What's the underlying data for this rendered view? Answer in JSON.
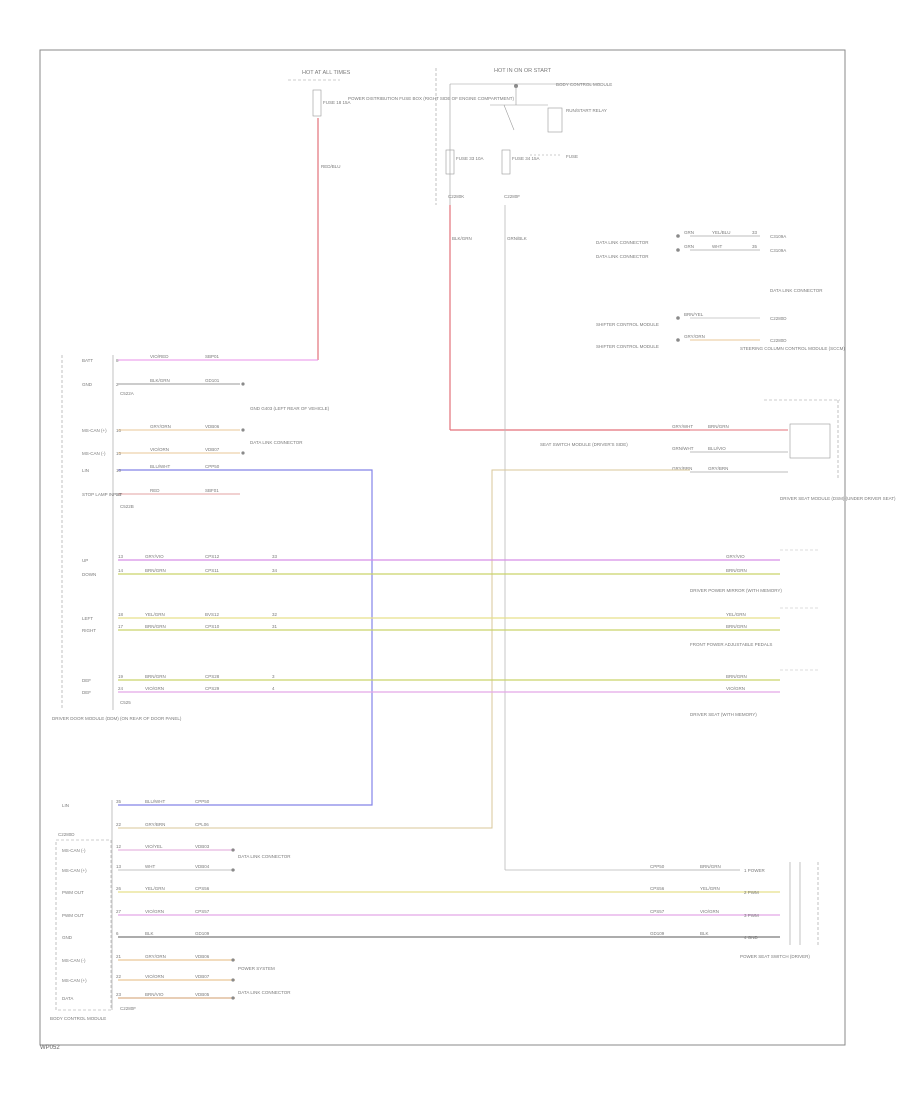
{
  "diagram": {
    "reference": "WP052",
    "fuse_panel": {
      "title": "HOT AT ALL TIMES",
      "fuse": "FUSE 18 15A",
      "caption": "POWER DISTRIBUTION FUSE BOX (RIGHT SIDE OF ENGINE COMPARTMENT)",
      "wire_color": "RED/BLU"
    },
    "relay_panel": {
      "title": "HOT IN ON OR START",
      "caption": "BODY CONTROL MODULE",
      "relay_label": "RUN/START RELAY",
      "fuse_a": "FUSE 33 10A",
      "fuse_b": "FUSE 34 15A",
      "fuse_c": "FUSE",
      "ground_a": "C2280K",
      "ground_b": "C2280F",
      "wire_a": "BLK/GRN",
      "wire_b": "GRN/BLK"
    },
    "right_top": [
      {
        "wire": "GRN",
        "color": "YEL/BLU",
        "pin": "33",
        "conn": "C3109A"
      },
      {
        "wire": "GRN",
        "color": "WHT",
        "pin": "35",
        "conn": "C3109A"
      },
      {
        "wire": "BRN/YEL",
        "color": "",
        "pin": "",
        "conn": "C2280D"
      },
      {
        "wire": "GRY/ORN",
        "color": "",
        "pin": "",
        "conn": "C2280D"
      }
    ],
    "right_labels": {
      "data_link": "DATA LINK CONNECTOR",
      "steering": "STEERING COLUMN CONTROL MODULE (SCCM)",
      "shifter": "SHIFTER CONTROL MODULE"
    },
    "pcm_wires": [
      {
        "name": "GRY/WHT",
        "wire": "BRN/GRN"
      },
      {
        "name": "GRN/WHT",
        "wire": "BLU/VIO"
      },
      {
        "name": "GRY/BRN",
        "wire": "GRY/BRN"
      }
    ],
    "pcm_labels": {
      "switch": "SEAT SWITCH MODULE (DRIVER'S SIDE)",
      "caption": "DRIVER SEAT MODULE (DSM) (UNDER DRIVER SEAT)"
    },
    "left_module": {
      "title": "DRIVER DOOR MODULE (DDM) (ON REAR OF DOOR PANEL)",
      "rows": [
        {
          "label": "BATT",
          "pin": "8",
          "wire": "VIO/RED",
          "circ": "SBP01"
        },
        {
          "label": "GND",
          "pin": "2",
          "wire": "BLK/GRN",
          "circ": "GD101"
        },
        {
          "label": "MS-CAN (+)",
          "pin": "16",
          "wire": "GRY/ORN",
          "circ": "VDB06"
        },
        {
          "label": "MS-CAN (-)",
          "pin": "15",
          "wire": "VIO/ORN",
          "circ": "VDB07"
        },
        {
          "label": "LIN",
          "pin": "10",
          "wire": "BLU/WHT",
          "circ": "CPP50"
        },
        {
          "label": "STOP LAMP INPUT",
          "pin": "20",
          "wire": "RED",
          "circ": "SBF01"
        }
      ],
      "ground_note": "GND G403 (LEFT REAR OF VEHICLE)",
      "splice_note": "DATA LINK CONNECTOR",
      "splice_c": "C522A",
      "splice_d": "C522B",
      "splice_e": "C525"
    },
    "mirror_rows": [
      {
        "label": "UP",
        "pin": "13",
        "wire": "GRY/VIO",
        "circ": "CPS12",
        "rpin": "33"
      },
      {
        "label": "DOWN",
        "pin": "14",
        "wire": "BRN/GRN",
        "circ": "CPS11",
        "rpin": "34"
      },
      {
        "label": "LEFT",
        "pin": "18",
        "wire": "YEL/GRN",
        "circ": "BVS12",
        "rpin": "32"
      },
      {
        "label": "RIGHT",
        "pin": "17",
        "wire": "BRN/GRN",
        "circ": "CPS10",
        "rpin": "31"
      },
      {
        "label": "DEF",
        "pin": "19",
        "wire": "BRN/GRN",
        "circ": "CPS28",
        "rpin": "3"
      },
      {
        "label": "DEF",
        "pin": "24",
        "wire": "VIO/GRN",
        "circ": "CPS29",
        "rpin": "4"
      }
    ],
    "mirror_right": [
      {
        "wire": "GRY/VIO",
        "color": "BRN/GRN",
        "caption": "DRIVER POWER MIRROR (WITH MEMORY)"
      },
      {
        "wire": "YEL/GRN",
        "color": "BRN/GRN",
        "caption": "FRONT POWER ADJUSTABLE PEDALS"
      },
      {
        "wire": "BRN/GRN",
        "color": "VIO/GRN",
        "caption": "DRIVER SEAT (WITH MEMORY)"
      }
    ],
    "bottom_module": {
      "title": "BODY CONTROL MODULE",
      "header": "C2280D",
      "rows": [
        {
          "label": "LIN",
          "pin": "35",
          "wire": "BLU/WHT",
          "circ": "CPP50"
        },
        {
          "label": "",
          "pin": "22",
          "wire": "GRY/BRN",
          "circ": "CPL06"
        },
        {
          "label": "MS-CAN (-)",
          "pin": "12",
          "wire": "VIO/YEL",
          "circ": "VDB03"
        },
        {
          "label": "MS-CAN (+)",
          "pin": "13",
          "wire": "WHT",
          "circ": "VDB04"
        },
        {
          "label": "PWM OUT",
          "pin": "26",
          "wire": "YEL/GRN",
          "circ": "CPS56"
        },
        {
          "label": "PWM OUT",
          "pin": "27",
          "wire": "VIO/GRN",
          "circ": "CPS57"
        },
        {
          "label": "GND",
          "pin": "6",
          "wire": "BLK",
          "circ": "GD109"
        },
        {
          "label": "MS-CAN (-)",
          "pin": "21",
          "wire": "GRY/ORN",
          "circ": "VDB06"
        },
        {
          "label": "MS-CAN (+)",
          "pin": "22",
          "wire": "VIO/ORN",
          "circ": "VDB07"
        },
        {
          "label": "DATA",
          "pin": "23",
          "wire": "BRN/VIO",
          "circ": "VDB05"
        }
      ],
      "ground": "C2280F",
      "notes": [
        "DATA LINK CONNECTOR",
        "POWER SYSTEM",
        "DATA LINK CONNECTOR"
      ]
    },
    "br_rows": [
      {
        "circ": "CPP50",
        "wire": "BRN/GRN",
        "label": "1 POWER"
      },
      {
        "circ": "CPS56",
        "wire": "YEL/GRN",
        "label": "2 PWM"
      },
      {
        "circ": "CPS57",
        "wire": "VIO/GRN",
        "label": "3 PWM"
      },
      {
        "circ": "GD109",
        "wire": "BLK",
        "label": "4 GND"
      }
    ],
    "br_caption": "POWER SEAT SWITCH (DRIVER)"
  }
}
